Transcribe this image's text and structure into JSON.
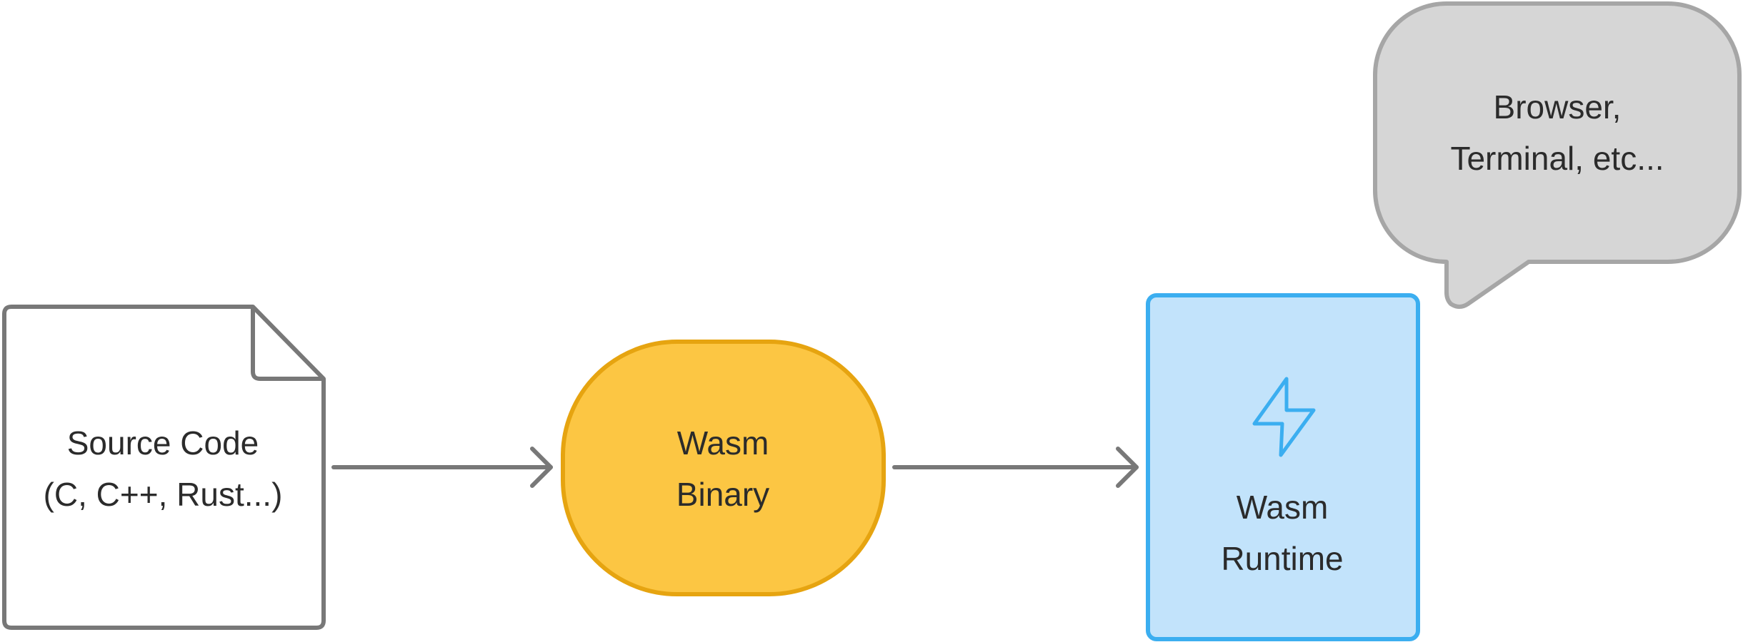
{
  "nodes": {
    "source": {
      "line1": "Source Code",
      "line2": "(C, C++, Rust...)"
    },
    "binary": {
      "line1": "Wasm",
      "line2": "Binary"
    },
    "runtime": {
      "line1": "Wasm",
      "line2": "Runtime",
      "icon": "lightning-bolt-icon"
    },
    "callout": {
      "line1": "Browser,",
      "line2": "Terminal, etc..."
    }
  },
  "colors": {
    "source_stroke": "#787878",
    "binary_fill": "#fcc643",
    "binary_stroke": "#e6a410",
    "runtime_fill": "#c2e3fb",
    "runtime_stroke": "#3baef0",
    "callout_fill": "#d6d6d6",
    "callout_stroke": "#a6a6a6",
    "arrow": "#787878"
  }
}
